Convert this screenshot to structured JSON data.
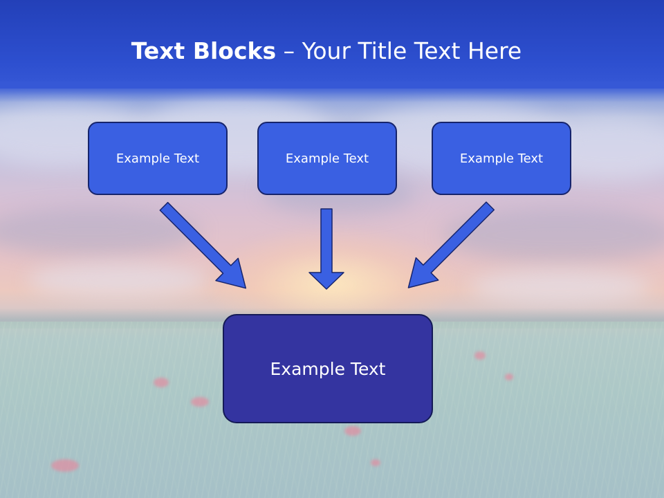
{
  "slide": {
    "title_bold": "Text Blocks",
    "title_rest": " – Your Title Text Here"
  },
  "blocks": {
    "top_left": "Example Text",
    "top_center": "Example Text",
    "top_right": "Example Text",
    "bottom": "Example Text"
  },
  "colors": {
    "header": "#2d4fcf",
    "small_box": "#3a60e2",
    "big_box": "#3434a0",
    "arrow": "#3a60e2",
    "border": "#16246c"
  },
  "icons": [
    "arrow-down-right-icon",
    "arrow-down-icon",
    "arrow-down-left-icon"
  ]
}
